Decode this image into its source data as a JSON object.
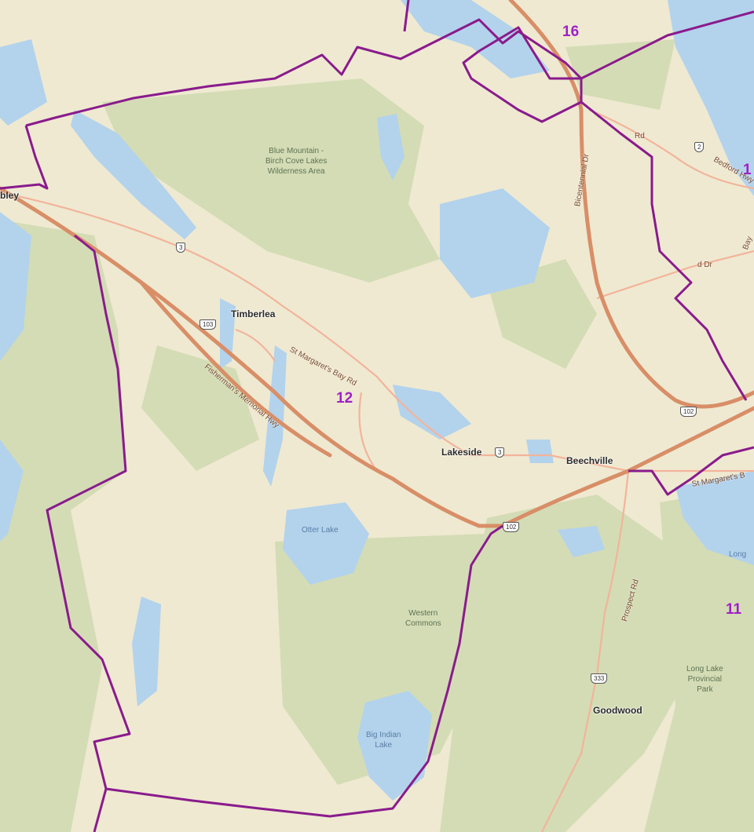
{
  "colors": {
    "land": "#efe9d2",
    "forest": "#d4dcb6",
    "water": "#b3d2ec",
    "highway": "#d88f68",
    "road": "#f2b49a",
    "boundary": "#8a1b8c",
    "district_label": "#a020c8"
  },
  "places": {
    "timberlea": "Timberlea",
    "lakeside": "Lakeside",
    "beechville": "Beechville",
    "goodwood": "Goodwood",
    "bley": "bley"
  },
  "areas": {
    "blue_mountain": [
      "Blue Mountain -",
      "Birch Cove Lakes",
      "Wilderness Area"
    ],
    "western_commons": [
      "Western",
      "Commons"
    ],
    "long_lake_park": [
      "Long Lake",
      "Provincial",
      "Park"
    ]
  },
  "water": {
    "otter_lake": "Otter Lake",
    "big_indian_lake": [
      "Big Indian",
      "Lake"
    ],
    "long": "Long"
  },
  "roads": {
    "st_margarets_bay": "St Margaret's Bay Rd",
    "fishermens": "Fisherman's Memorial Hwy",
    "bicentennial": "Bicentennial Dr",
    "prospect": "Prospect Rd",
    "bedford_hwy": "Bedford Hwy",
    "st_margarets_east": "St Margaret's B",
    "rd_frag": "Rd",
    "dr_frag": "d Dr",
    "bay_frag": "Bay"
  },
  "shields": {
    "route3_west": "3",
    "route3_lakeside": "3",
    "hwy103": "103",
    "hwy102_north": "102",
    "hwy102_south": "102",
    "route2": "2",
    "route333": "333"
  },
  "districts": {
    "d12": "12",
    "d16": "16",
    "d11": "11",
    "d1_partial": "1"
  }
}
